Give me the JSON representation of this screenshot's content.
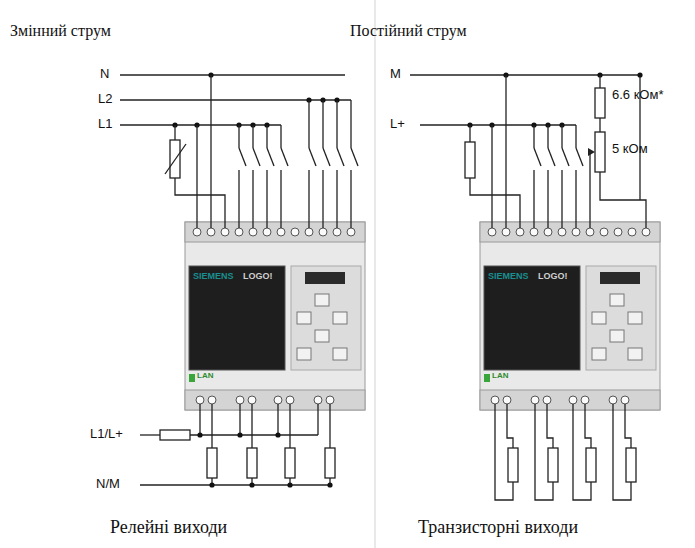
{
  "diagram": {
    "nodes": [
      {
        "text": [
          "SIEMENS",
          "LOGO!"
        ]
      },
      {
        "text": [
          "SIEMENS",
          "LOGO!"
        ]
      }
    ],
    "labels": [
      "Змінний струм",
      "Постійний струм",
      "N",
      "L2",
      "L1",
      "M",
      "L+",
      "6.6 кОм*",
      "5 кОм",
      "L1/L+",
      "N/M",
      "Релейні виходи",
      "Транзисторні виходи",
      "LAN",
      "LAN"
    ]
  }
}
